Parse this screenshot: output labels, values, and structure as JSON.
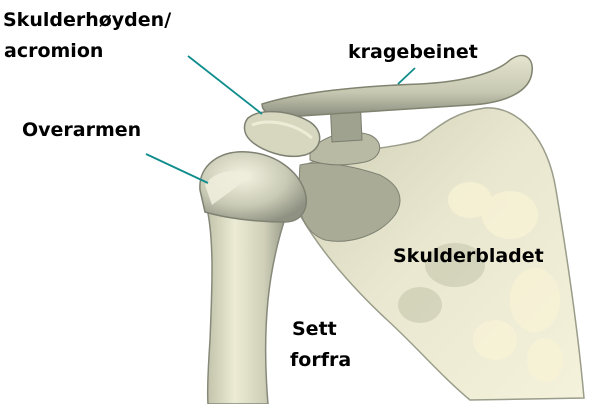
{
  "labels": {
    "acromion_line1": "Skulderhøyden/",
    "acromion_line2": "acromion",
    "clavicle": "kragebeinet",
    "humerus": "Overarmen",
    "scapula": "Skulderbladet",
    "view_line1": "Sett",
    "view_line2": "forfra"
  },
  "colors": {
    "background": "#ffffff",
    "bone_light": "#f3f1dc",
    "bone_mid": "#d9d8c0",
    "bone_shadow": "#a3a590",
    "bone_dark": "#6e7163",
    "pointer_line": "#0f8c8c",
    "text": "#000000"
  }
}
